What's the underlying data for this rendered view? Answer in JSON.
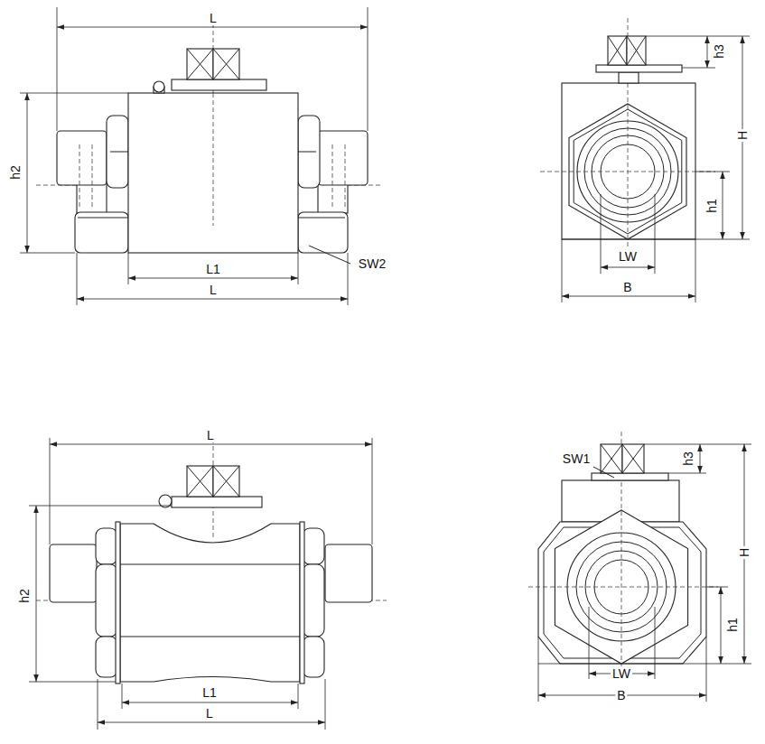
{
  "diagram": {
    "labels": [
      "L",
      "h2",
      "L1",
      "L",
      "SW2",
      "h3",
      "H",
      "h1",
      "LW",
      "B",
      "L",
      "h2",
      "L1",
      "L",
      "SW1",
      "h3",
      "H",
      "h1",
      "LW",
      "B"
    ]
  }
}
